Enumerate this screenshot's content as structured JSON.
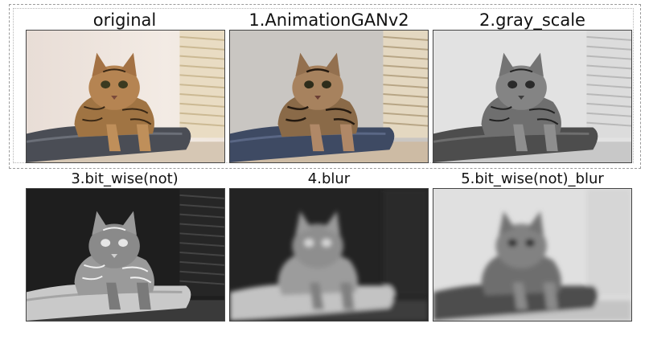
{
  "figure": {
    "panels": [
      {
        "title": "original",
        "style": "original"
      },
      {
        "title": "1.AnimationGANv2",
        "style": "anime"
      },
      {
        "title": "2.gray_scale",
        "style": "gray"
      },
      {
        "title": "3.bit_wise(not)",
        "style": "inverted"
      },
      {
        "title": "4.blur",
        "style": "blur"
      },
      {
        "title": "5.bit_wise(not)_blur",
        "style": "gray-blur"
      }
    ]
  }
}
